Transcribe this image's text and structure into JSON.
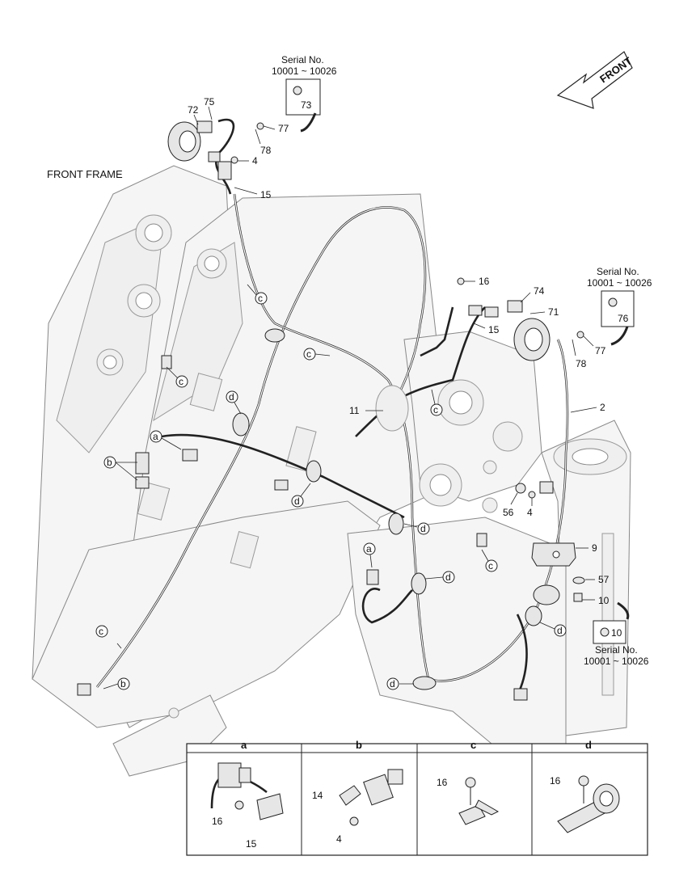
{
  "front_arrow_label": "FRONT",
  "front_frame_label": "FRONT FRAME",
  "serial_notes": [
    {
      "title": "Serial No.",
      "range": "10001 ~ 10026",
      "part": "73"
    },
    {
      "title": "Serial No.",
      "range": "10001 ~ 10026",
      "part": "76"
    },
    {
      "title": "Serial No.",
      "range": "10001 ~ 10026",
      "part": "10"
    }
  ],
  "callouts": {
    "p75": "75",
    "p72": "72",
    "p77a": "77",
    "p78a": "78",
    "p4a": "4",
    "p15a": "15",
    "p16a": "16",
    "p74": "74",
    "p71": "71",
    "p15b": "15",
    "p77b": "77",
    "p78b": "78",
    "p2": "2",
    "p11": "11",
    "p56": "56",
    "p4b": "4",
    "p9": "9",
    "p57": "57",
    "p10": "10"
  },
  "clip_letters": {
    "a": "a",
    "b": "b",
    "c": "c",
    "d": "d"
  },
  "detail_panels": [
    {
      "letter": "a",
      "labels": [
        "16",
        "15"
      ]
    },
    {
      "letter": "b",
      "labels": [
        "14",
        "4"
      ]
    },
    {
      "letter": "c",
      "labels": [
        "16"
      ]
    },
    {
      "letter": "d",
      "labels": [
        "16"
      ]
    }
  ]
}
